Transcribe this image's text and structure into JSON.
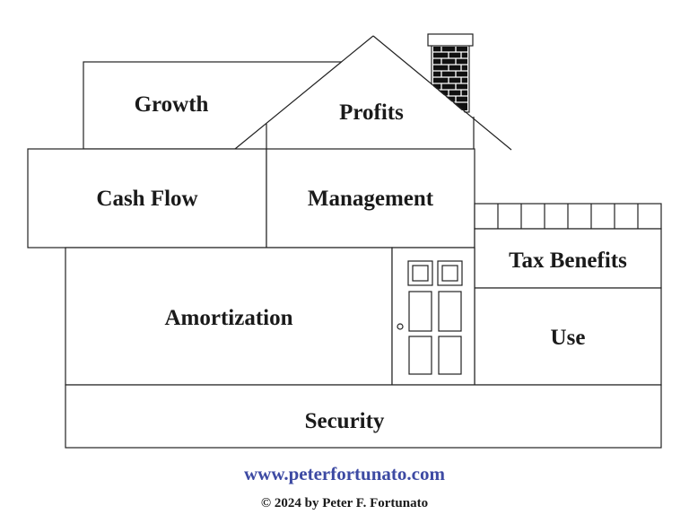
{
  "diagram": {
    "blocks": {
      "growth": "Growth",
      "profits": "Profits",
      "cash_flow": "Cash Flow",
      "management": "Management",
      "tax_benefits": "Tax Benefits",
      "amortization": "Amortization",
      "use": "Use",
      "security": "Security"
    }
  },
  "footer": {
    "url": "www.peterfortunato.com",
    "copyright": "© 2024 by Peter F. Fortunato"
  },
  "colors": {
    "link": "#3d4aa3",
    "line": "#222222"
  }
}
